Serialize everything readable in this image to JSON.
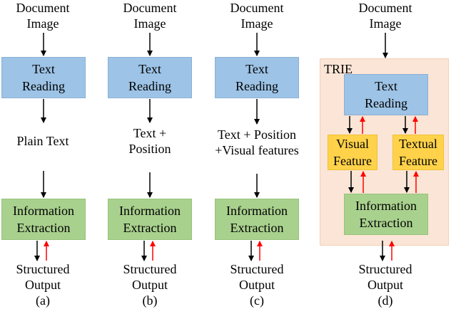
{
  "panels": [
    {
      "input": [
        "Document",
        "Image"
      ],
      "reading": [
        "Text",
        "Reading"
      ],
      "mid": [
        "Plain Text"
      ],
      "extraction": [
        "Information",
        "Extraction"
      ],
      "output": [
        "Structured",
        "Output"
      ],
      "caption": "(a)"
    },
    {
      "input": [
        "Document",
        "Image"
      ],
      "reading": [
        "Text",
        "Reading"
      ],
      "mid": [
        "Text +",
        "Position"
      ],
      "extraction": [
        "Information",
        "Extraction"
      ],
      "output": [
        "Structured",
        "Output"
      ],
      "caption": "(b)"
    },
    {
      "input": [
        "Document",
        "Image"
      ],
      "reading": [
        "Text",
        "Reading"
      ],
      "mid": [
        "Text + Position",
        "+Visual features"
      ],
      "extraction": [
        "Information",
        "Extraction"
      ],
      "output": [
        "Structured",
        "Output"
      ],
      "caption": "(c)"
    },
    {
      "input": [
        "Document",
        "Image"
      ],
      "trie_label": "TRIE",
      "reading": [
        "Text",
        "Reading"
      ],
      "visual": [
        "Visual",
        "Feature"
      ],
      "textual": [
        "Textual",
        "Feature"
      ],
      "extraction": [
        "Information",
        "Extraction"
      ],
      "output": [
        "Structured",
        "Output"
      ],
      "caption": "(d)"
    }
  ],
  "colors": {
    "reading": "#9dc3e6",
    "extraction": "#a9d18e",
    "feature": "#ffd24a",
    "trie_background": "#fbe5d6",
    "forward_arrow": "#000000",
    "feedback_arrow": "#ff0000"
  }
}
